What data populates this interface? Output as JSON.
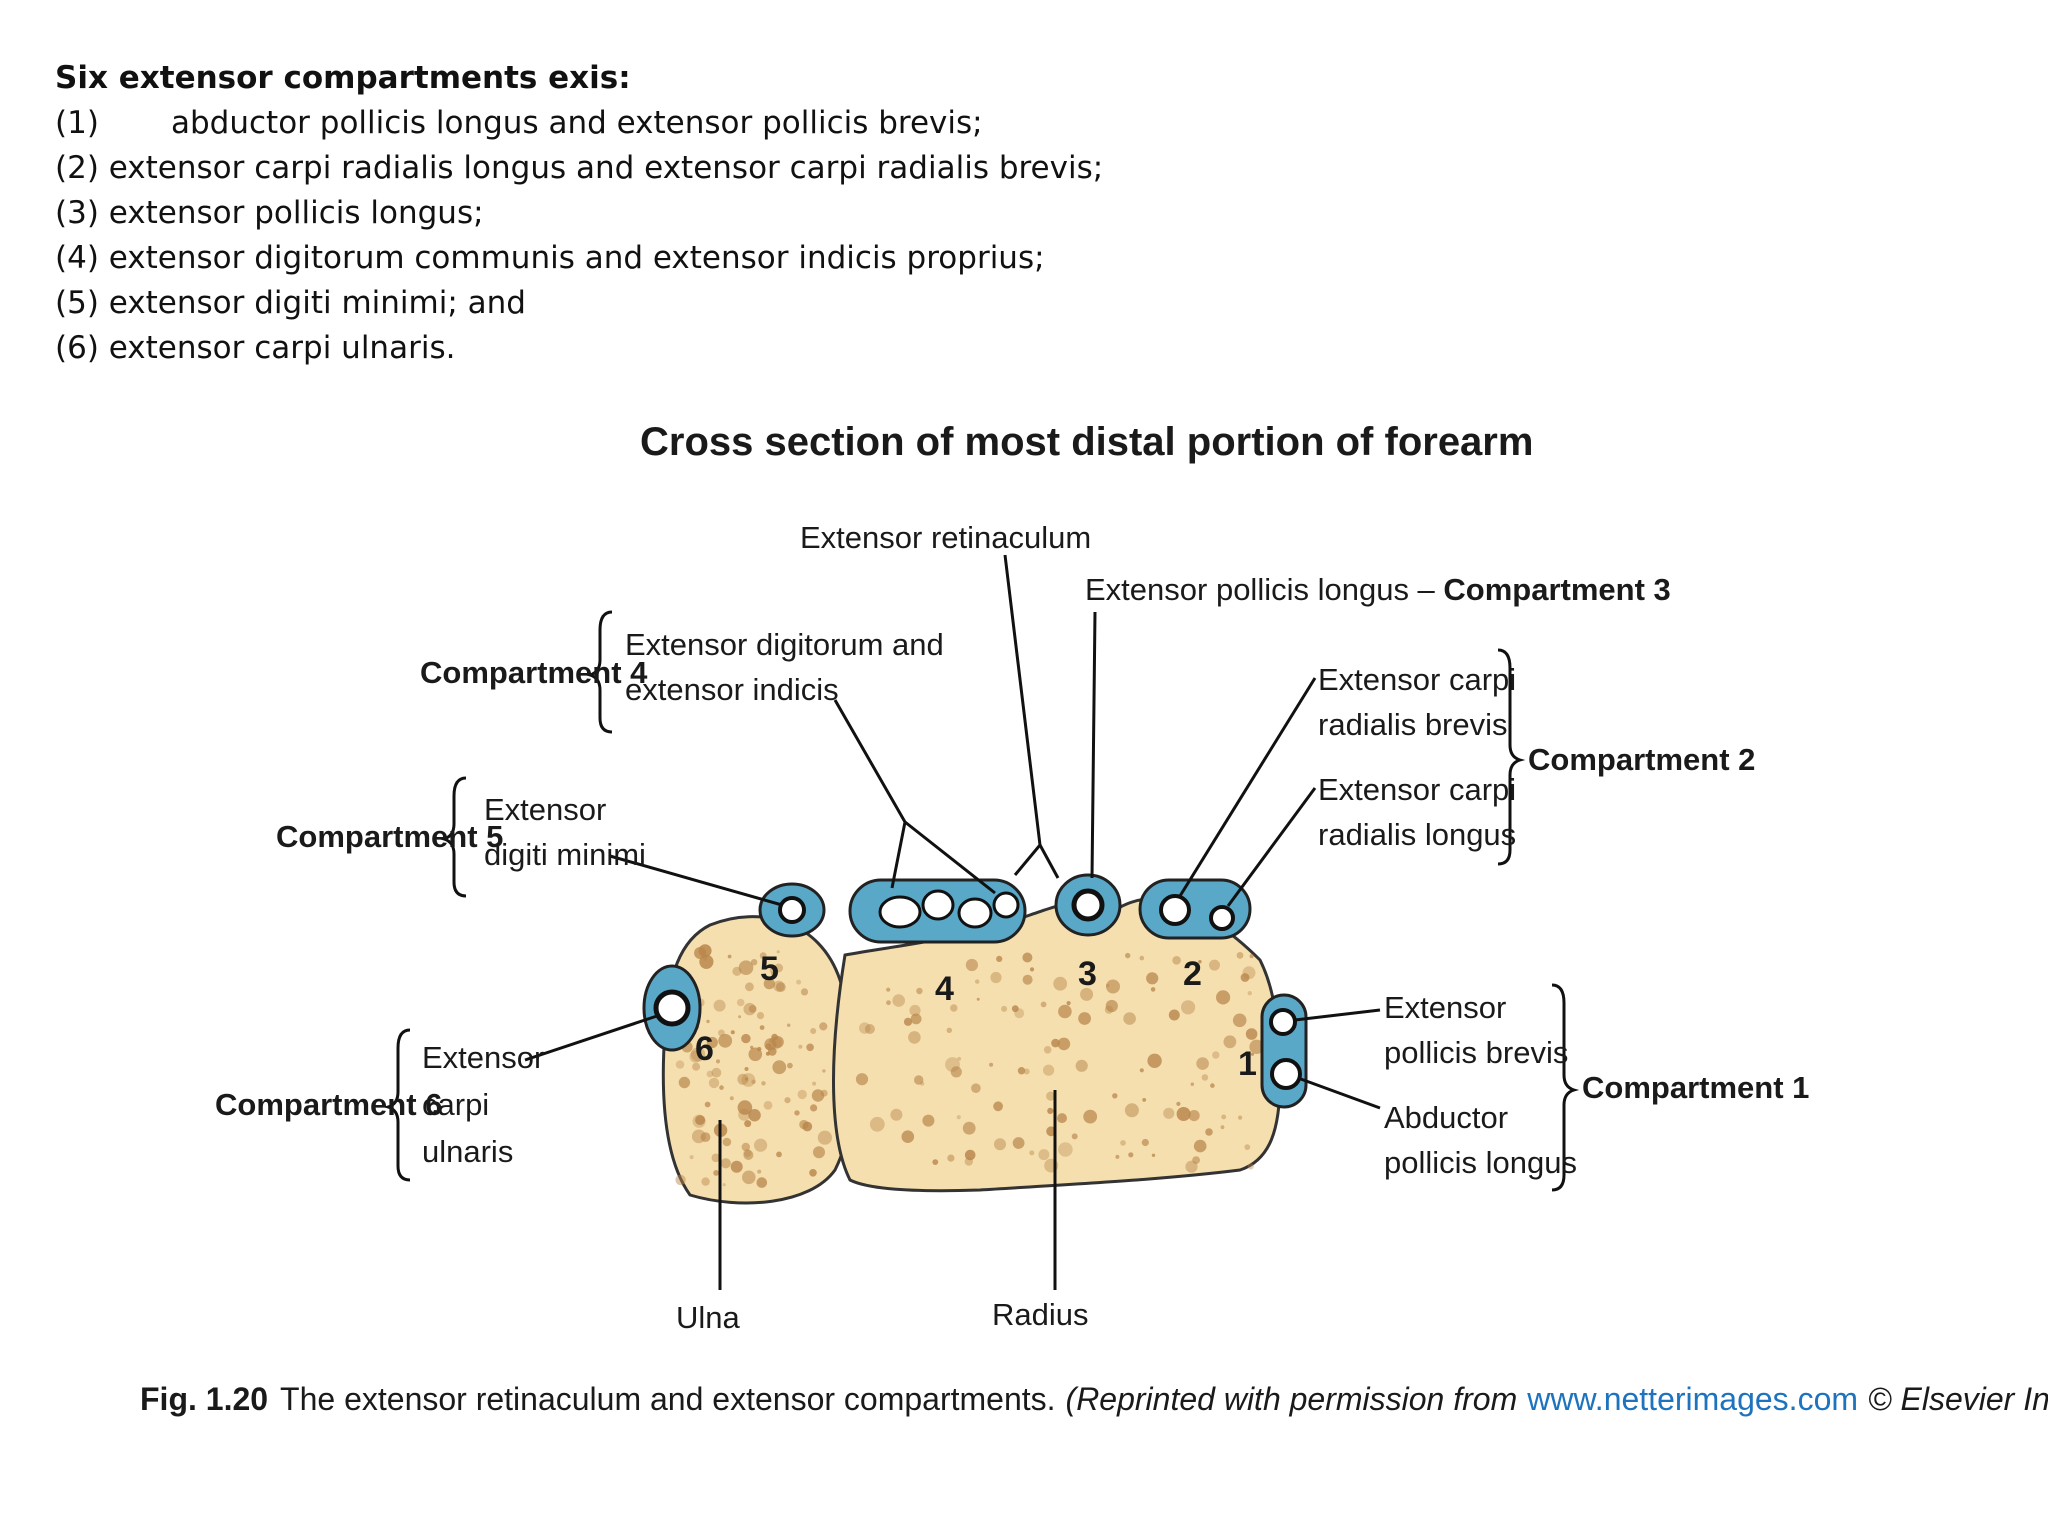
{
  "text": {
    "heading": "Six extensor compartments exis:",
    "items": [
      {
        "num": "(1)",
        "text": "abductor pollicis longus and extensor pollicis brevis;"
      },
      {
        "num": "(2)",
        "text": "extensor carpi radialis longus and extensor carpi radialis brevis;"
      },
      {
        "num": "(3)",
        "text": "extensor pollicis longus;"
      },
      {
        "num": "(4)",
        "text": "extensor digitorum communis and extensor indicis proprius;"
      },
      {
        "num": "(5)",
        "text": "extensor digiti minimi; and"
      },
      {
        "num": "(6)",
        "text": "extensor carpi ulnaris."
      }
    ]
  },
  "figure": {
    "title": "Cross section of most distal portion of forearm",
    "labels": {
      "extensor_retinaculum": "Extensor retinaculum",
      "epl_comp3_a": "Extensor pollicis longus – ",
      "epl_comp3_b": "Compartment 3",
      "comp4": "Compartment 4",
      "comp4_l1": "Extensor digitorum and",
      "comp4_l2": "extensor indicis",
      "comp5": "Compartment 5",
      "comp5_l1": "Extensor",
      "comp5_l2": "digiti minimi",
      "comp6": "Compartment 6",
      "comp6_l1": "Extensor",
      "comp6_l2": "carpi",
      "comp6_l3": "ulnaris",
      "comp2": "Compartment 2",
      "ecrb_l1": "Extensor carpi",
      "ecrb_l2": "radialis brevis",
      "ecrl_l1": "Extensor carpi",
      "ecrl_l2": "radialis longus",
      "comp1": "Compartment 1",
      "epb_l1": "Extensor",
      "epb_l2": "pollicis brevis",
      "apl_l1": "Abductor",
      "apl_l2": "pollicis longus",
      "ulna": "Ulna",
      "radius": "Radius",
      "n1": "1",
      "n2": "2",
      "n3": "3",
      "n4": "4",
      "n5": "5",
      "n6": "6"
    },
    "caption": {
      "fig": "Fig. 1.20",
      "text": "The extensor retinaculum and extensor compartments.",
      "italic_a": "(Reprinted with permission from",
      "link": "www.netterimages.com",
      "italic_b": "© Elsevier Inc. All Rights Reserved.)"
    }
  },
  "colors": {
    "bone_fill": "#f5dfae",
    "bone_spot": "#b8864c",
    "sheath": "#5aa8c8",
    "tendon_ring": "#1a1a1a",
    "link": "#1e73be"
  }
}
